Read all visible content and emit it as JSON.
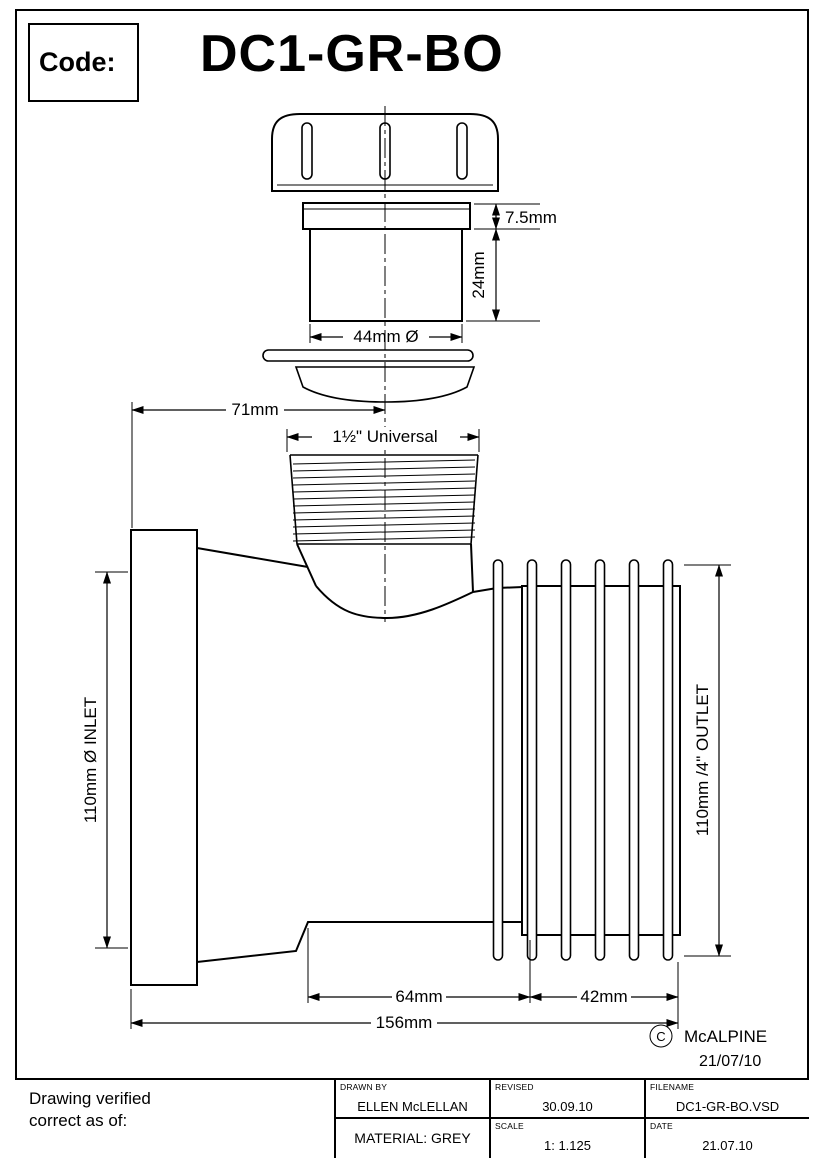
{
  "header": {
    "code_label": "Code:",
    "code_value": "DC1-GR-BO"
  },
  "drawing": {
    "dims": {
      "lip": "7.5mm",
      "insert_height": "24mm",
      "insert_diameter": "44mm Ø",
      "offset": "71mm",
      "thread": "1½\" Universal",
      "inlet": "110mm Ø INLET",
      "outlet": "110mm /4\" OUTLET",
      "body_length": "64mm",
      "fin_length": "42mm",
      "total_length": "156mm"
    },
    "copyright": {
      "symbol": "C",
      "brand": "McALPINE",
      "date": "21/07/10"
    }
  },
  "titleblock": {
    "verified_line1": "Drawing verified",
    "verified_line2": "correct as of:",
    "drawn_by_label": "DRAWN BY",
    "drawn_by": "ELLEN McLELLAN",
    "material": "MATERIAL: GREY",
    "revised_label": "REVISED",
    "revised": "30.09.10",
    "scale_label": "SCALE",
    "scale": "1: 1.125",
    "filename_label": "FILENAME",
    "filename": "DC1-GR-BO.VSD",
    "date_label": "DATE",
    "date": "21.07.10"
  }
}
